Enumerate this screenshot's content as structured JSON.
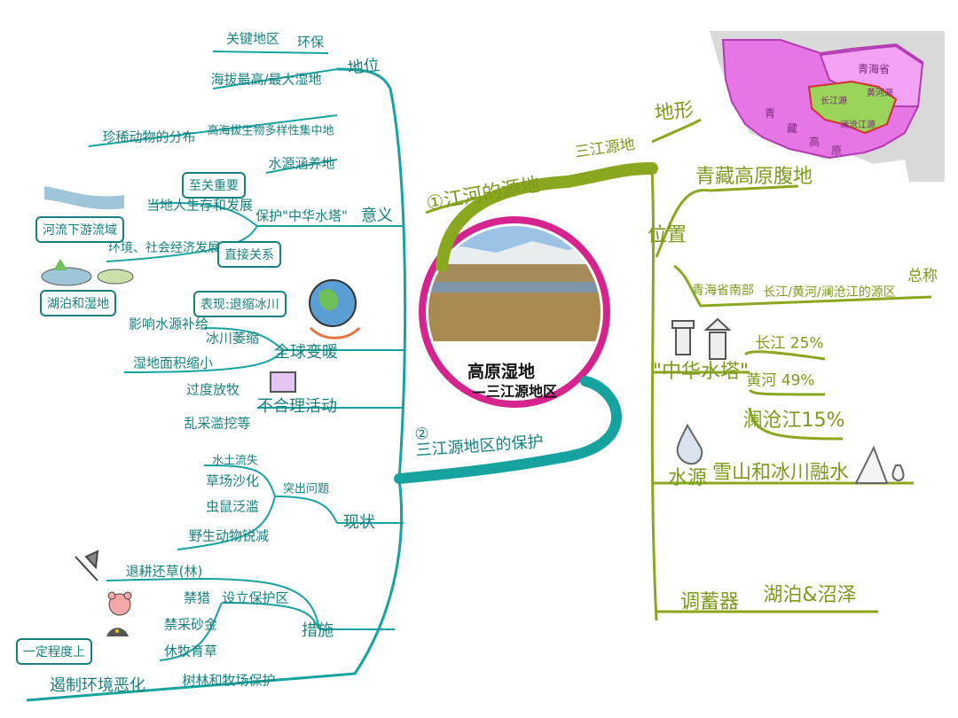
{
  "center": {
    "title": "高原湿地",
    "subtitle": "—三江源地区"
  },
  "branch_top": {
    "label": "①江河的源地",
    "link": "三江源地"
  },
  "branch_bottom": {
    "label": "②\n三江源地区的保护"
  },
  "right": {
    "terrain": "地形",
    "location": "位置",
    "location_items": [
      "青藏高原腹地",
      "青海省南部"
    ],
    "location_extra": "长江/黄河/澜沧江的源区",
    "location_total": "总称",
    "water_tower": "\"中华水塔\"",
    "water_tower_items": [
      "长江 25%",
      "黄河 49%",
      "澜沧江15%"
    ],
    "water_source": "水源",
    "water_source_item": "雪山和冰川融水",
    "regulator": "调蓄器",
    "regulator_item": "湖泊&沼泽"
  },
  "map": {
    "qinghai": "青海省",
    "sanjiangyuan_a": "长江源",
    "sanjiangyuan_b": "黄河源",
    "sanjiangyuan_c": "澜沧江源",
    "plateau": [
      "青",
      "藏",
      "高",
      "原"
    ]
  },
  "left": {
    "status": "地位",
    "status_items": [
      "关键地区",
      "环保",
      "海拔最高/最大湿地",
      "珍稀动物的分布",
      "高海拔生物多样性集中地",
      "水源涵养地"
    ],
    "meaning": "意义",
    "meaning_items": [
      "保护\"中华水塔\"",
      "至关重要",
      "当地人生存和发展",
      "直接关系",
      "河流下游流域",
      "环境、社会经济发展"
    ],
    "global": "全球变暖",
    "global_items": [
      "冰川萎缩",
      "表现:退缩冰川",
      "影响水源补给",
      "湖泊和湿地",
      "湿地面积缩小"
    ],
    "unreasonable": "不合理活动",
    "unreasonable_items": [
      "过度放牧",
      "乱采滥挖等"
    ],
    "current": "现状",
    "problems": "突出问题",
    "problem_items": [
      "水土流失",
      "草场沙化",
      "虫鼠泛滥",
      "野生动物锐减"
    ],
    "measures": "措施",
    "protect_zone": "设立保护区",
    "measure_items": [
      "退耕还草(林)",
      "禁猎",
      "禁采砂金",
      "休牧育草",
      "树林和牧场保护"
    ],
    "effect_box": "一定程度上",
    "effect": "遏制环境恶化"
  },
  "colors": {
    "left_branch": "#16a3a0",
    "right_branch": "#8aa81f",
    "ring": "#d6248e",
    "map_pink": "#e676e6",
    "map_green": "#9bd45a"
  }
}
